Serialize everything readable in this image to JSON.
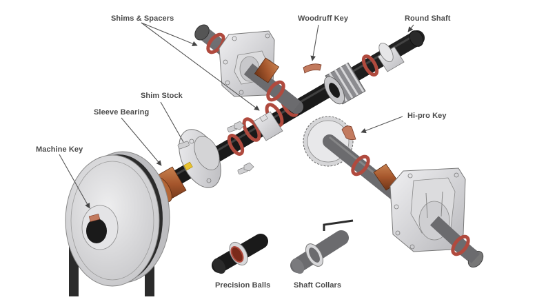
{
  "diagram": {
    "title": "Shaft components exploded view",
    "labels": {
      "shims_spacers": "Shims & Spacers",
      "woodruff_key": "Woodruff Key",
      "round_shaft": "Round Shaft",
      "shim_stock": "Shim Stock",
      "sleeve_bearing": "Sleeve Bearing",
      "hi_pro_key": "Hi-pro Key",
      "machine_key": "Machine Key",
      "precision_balls": "Precision Balls",
      "shaft_collars": "Shaft Collars"
    },
    "colors": {
      "shaft_black": "#1e1e1e",
      "shaft_gray": "#6b6b6e",
      "metal_light": "#d9d9db",
      "metal_mid": "#bdbdc0",
      "bronze": "#a8562e",
      "spacer_red": "#b04a3e",
      "label_text": "#4a4a4a",
      "leader_line": "#555555",
      "key_yellow": "#e8c230",
      "belt": "#2b2b2b"
    }
  }
}
